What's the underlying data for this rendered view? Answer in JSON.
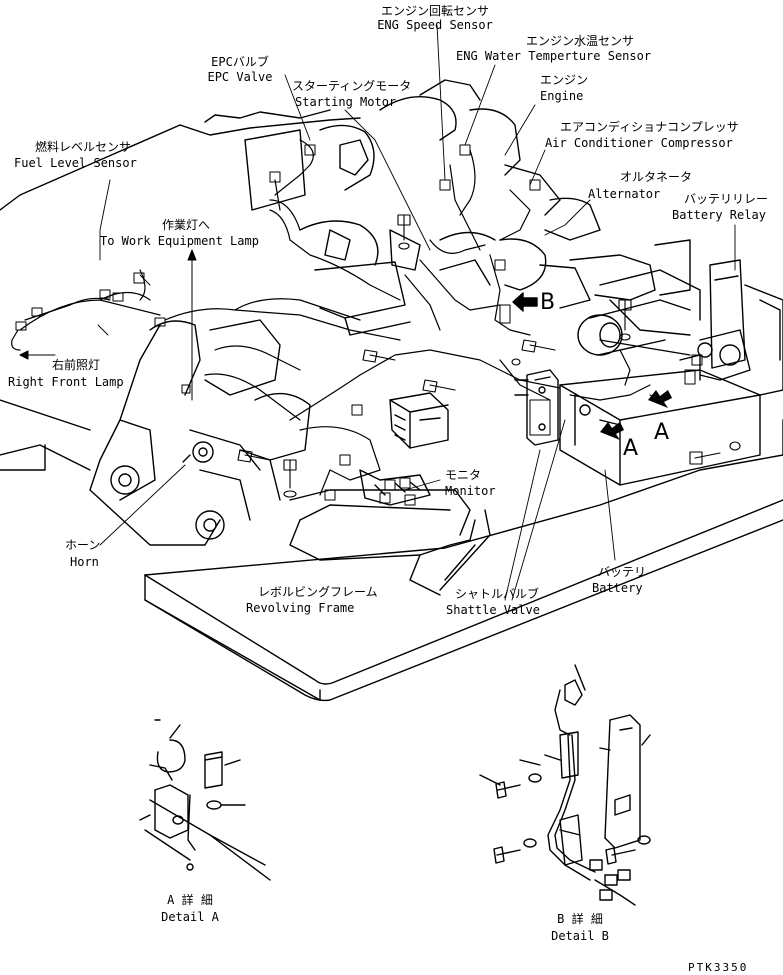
{
  "labels": {
    "eng_speed_jp": "エンジン回転センサ",
    "eng_speed_en": "ENG Speed Sensor",
    "water_temp_jp": "エンジン水温センサ",
    "water_temp_en": "ENG Water Temperture Sensor",
    "epc_jp": "EPCバルブ",
    "epc_en": "EPC Valve",
    "starting_jp": "スターティングモータ",
    "starting_en": "Starting Motor",
    "engine_jp": "エンジン",
    "engine_en": "Engine",
    "aircon_jp": "エアコンディショナコンプレッサ",
    "aircon_en": "Air Conditioner Compressor",
    "fuel_jp": "燃料レベルセンサ",
    "fuel_en": "Fuel Level Sensor",
    "alternator_jp": "オルタネータ",
    "alternator_en": "Alternator",
    "relay_jp": "バッテリリレー",
    "relay_en": "Battery Relay",
    "work_lamp_jp": "作業灯へ",
    "work_lamp_en": "To Work Equipment Lamp",
    "front_lamp_jp": "右前照灯",
    "front_lamp_en": "Right Front Lamp",
    "monitor_jp": "モニタ",
    "monitor_en": "Monitor",
    "horn_jp": "ホーン",
    "horn_en": "Horn",
    "battery_jp": "バッテリ",
    "battery_en": "Battery",
    "frame_jp": "レボルビングフレーム",
    "frame_en": "Revolving Frame",
    "shuttle_jp": "シャトルバルブ",
    "shuttle_en": "Shattle Valve",
    "detail_a_jp": "A 詳 細",
    "detail_a_en": "Detail A",
    "detail_b_jp": "B 詳 細",
    "detail_b_en": "Detail B",
    "marker_a1": "A",
    "marker_a2": "A",
    "marker_b": "B",
    "drawing_code": "PTK3350"
  }
}
